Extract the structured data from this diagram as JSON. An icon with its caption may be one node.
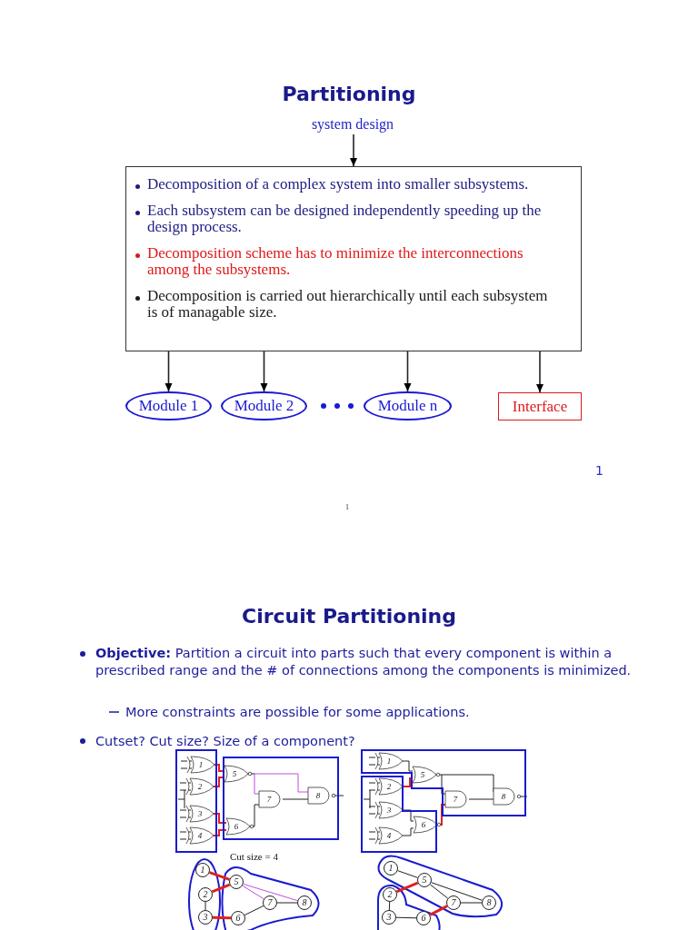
{
  "diagram": {
    "title": "Partitioning",
    "nodes": [
      {
        "text": [
          "system design"
        ]
      },
      {
        "text": [
          "Decomposition of a complex system into smaller subsystems.",
          "Each subsystem can be designed independently speeding up the design process.",
          "Decomposition scheme has to minimize the interconnections among the subsystems.",
          "Decomposition is carried out hierarchically until each subsystem is of managable size."
        ]
      },
      {
        "text": [
          "Module 1"
        ]
      },
      {
        "text": [
          "Module 2"
        ]
      },
      {
        "text": [
          "Module n"
        ]
      },
      {
        "text": [
          "Interface"
        ]
      },
      {
        "text": [
          "1"
        ]
      },
      {
        "text": [
          "5"
        ]
      },
      {
        "text": [
          "2"
        ]
      },
      {
        "text": [
          "7"
        ]
      },
      {
        "text": [
          "8"
        ]
      },
      {
        "text": [
          "3"
        ]
      },
      {
        "text": [
          "6"
        ]
      },
      {
        "text": [
          "1"
        ]
      },
      {
        "text": [
          "5"
        ]
      },
      {
        "text": [
          "2"
        ]
      },
      {
        "text": [
          "7"
        ]
      },
      {
        "text": [
          "8"
        ]
      },
      {
        "text": [
          "3"
        ]
      },
      {
        "text": [
          "6"
        ]
      }
    ],
    "edges": [
      {
        "from": 0,
        "to": 1,
        "arrow": "to"
      },
      {
        "from": 1,
        "to": 2,
        "arrow": "to"
      },
      {
        "from": 1,
        "to": 3,
        "arrow": "to"
      },
      {
        "from": 1,
        "to": 4,
        "arrow": "to"
      },
      {
        "from": 1,
        "to": 5,
        "arrow": "to"
      },
      {
        "from": 6,
        "to": 7,
        "arrow": "none",
        "style": "thick",
        "color": "#e02020"
      },
      {
        "from": 8,
        "to": 7,
        "arrow": "none",
        "style": "thick",
        "color": "#e02020"
      },
      {
        "from": 8,
        "to": 11,
        "arrow": "none"
      },
      {
        "from": 11,
        "to": 12,
        "arrow": "none",
        "style": "thick",
        "color": "#e02020"
      },
      {
        "from": 7,
        "to": 9,
        "arrow": "none",
        "color": "#c050e0"
      },
      {
        "from": 7,
        "to": 10,
        "arrow": "none",
        "color": "#c050e0"
      },
      {
        "from": 9,
        "to": 10,
        "arrow": "none"
      },
      {
        "from": 12,
        "to": 9,
        "arrow": "none"
      },
      {
        "from": 13,
        "to": 14,
        "arrow": "none"
      },
      {
        "from": 15,
        "to": 14,
        "arrow": "none",
        "style": "thick",
        "color": "#e02020"
      },
      {
        "from": 14,
        "to": 16,
        "arrow": "none"
      },
      {
        "from": 14,
        "to": 17,
        "arrow": "none"
      },
      {
        "from": 16,
        "to": 17,
        "arrow": "none"
      },
      {
        "from": 15,
        "to": 18,
        "arrow": "none"
      },
      {
        "from": 18,
        "to": 19,
        "arrow": "none"
      },
      {
        "from": 19,
        "to": 16,
        "arrow": "none",
        "style": "thick",
        "color": "#e02020"
      }
    ],
    "labels": [
      "1",
      "1",
      "Circuit Partitioning",
      "**Objective:** Partition a circuit into parts such that every component is within a prescribed range and the # of connections among the components is minimized.",
      "More constraints are possible for some applications.",
      "Cutset? Cut size? Size of a component?",
      "1",
      "2",
      "3",
      "4",
      "5",
      "6",
      "7",
      "8",
      "1",
      "2",
      "3",
      "4",
      "5",
      "6",
      "7",
      "8",
      "Cut size = 4"
    ]
  }
}
